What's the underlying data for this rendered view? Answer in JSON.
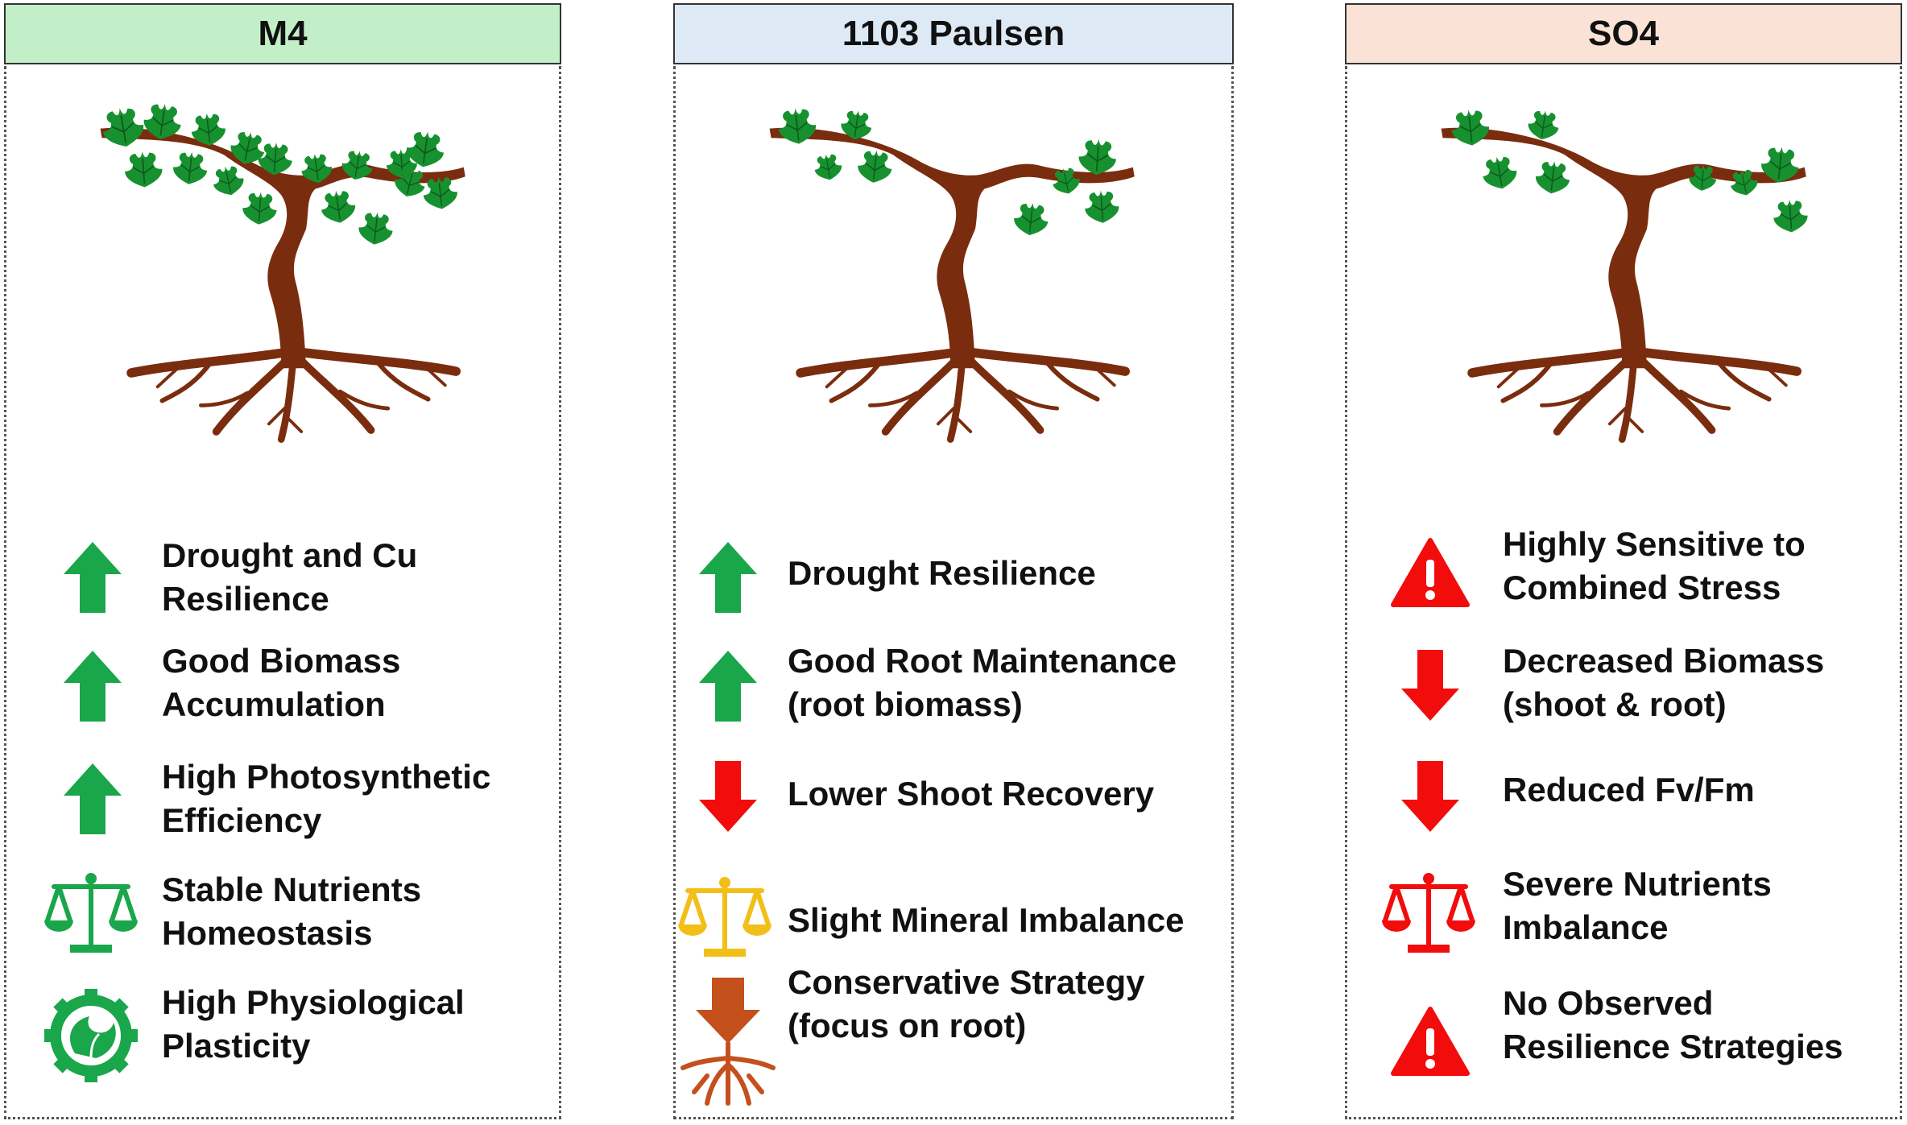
{
  "colors": {
    "green": "#1aa64a",
    "red": "#f20c0c",
    "yellow": "#f2be18",
    "brown": "#7a2d0e",
    "rust": "#c4501c",
    "leaf": "#17912f"
  },
  "panels": [
    {
      "title": "M4",
      "header_color": "#c3efc8",
      "items": [
        {
          "icon": "green-up-arrow-icon",
          "label": "Drought and Cu\nResilience"
        },
        {
          "icon": "green-up-arrow-icon",
          "label": "Good Biomass\nAccumulation"
        },
        {
          "icon": "green-up-arrow-icon",
          "label": "High Photosynthetic\nEfficiency"
        },
        {
          "icon": "green-balance-scale-icon",
          "label": "Stable Nutrients\nHomeostasis"
        },
        {
          "icon": "leaf-gear-icon",
          "label": "High Physiological\nPlasticity"
        }
      ]
    },
    {
      "title": "1103 Paulsen",
      "header_color": "#dde9f5",
      "items": [
        {
          "icon": "green-up-arrow-icon",
          "label": "Drought Resilience"
        },
        {
          "icon": "green-up-arrow-icon",
          "label": "Good Root Maintenance\n(root biomass)"
        },
        {
          "icon": "red-down-arrow-icon",
          "label": "Lower Shoot Recovery"
        },
        {
          "icon": "yellow-balance-scale-icon",
          "label": "Slight Mineral Imbalance"
        },
        {
          "icon": "root-down-arrow-icon",
          "label": "Conservative Strategy\n(focus on root)"
        }
      ]
    },
    {
      "title": "SO4",
      "header_color": "#fbe2d6",
      "items": [
        {
          "icon": "red-warning-icon",
          "label": "Highly Sensitive to\nCombined Stress"
        },
        {
          "icon": "red-down-arrow-icon",
          "label": "Decreased Biomass\n(shoot & root)"
        },
        {
          "icon": "red-down-arrow-icon",
          "label": "Reduced Fv/Fm"
        },
        {
          "icon": "red-balance-scale-icon",
          "label": "Severe Nutrients\nImbalance"
        },
        {
          "icon": "red-warning-icon",
          "label": "No Observed\nResilience Strategies"
        }
      ]
    }
  ]
}
